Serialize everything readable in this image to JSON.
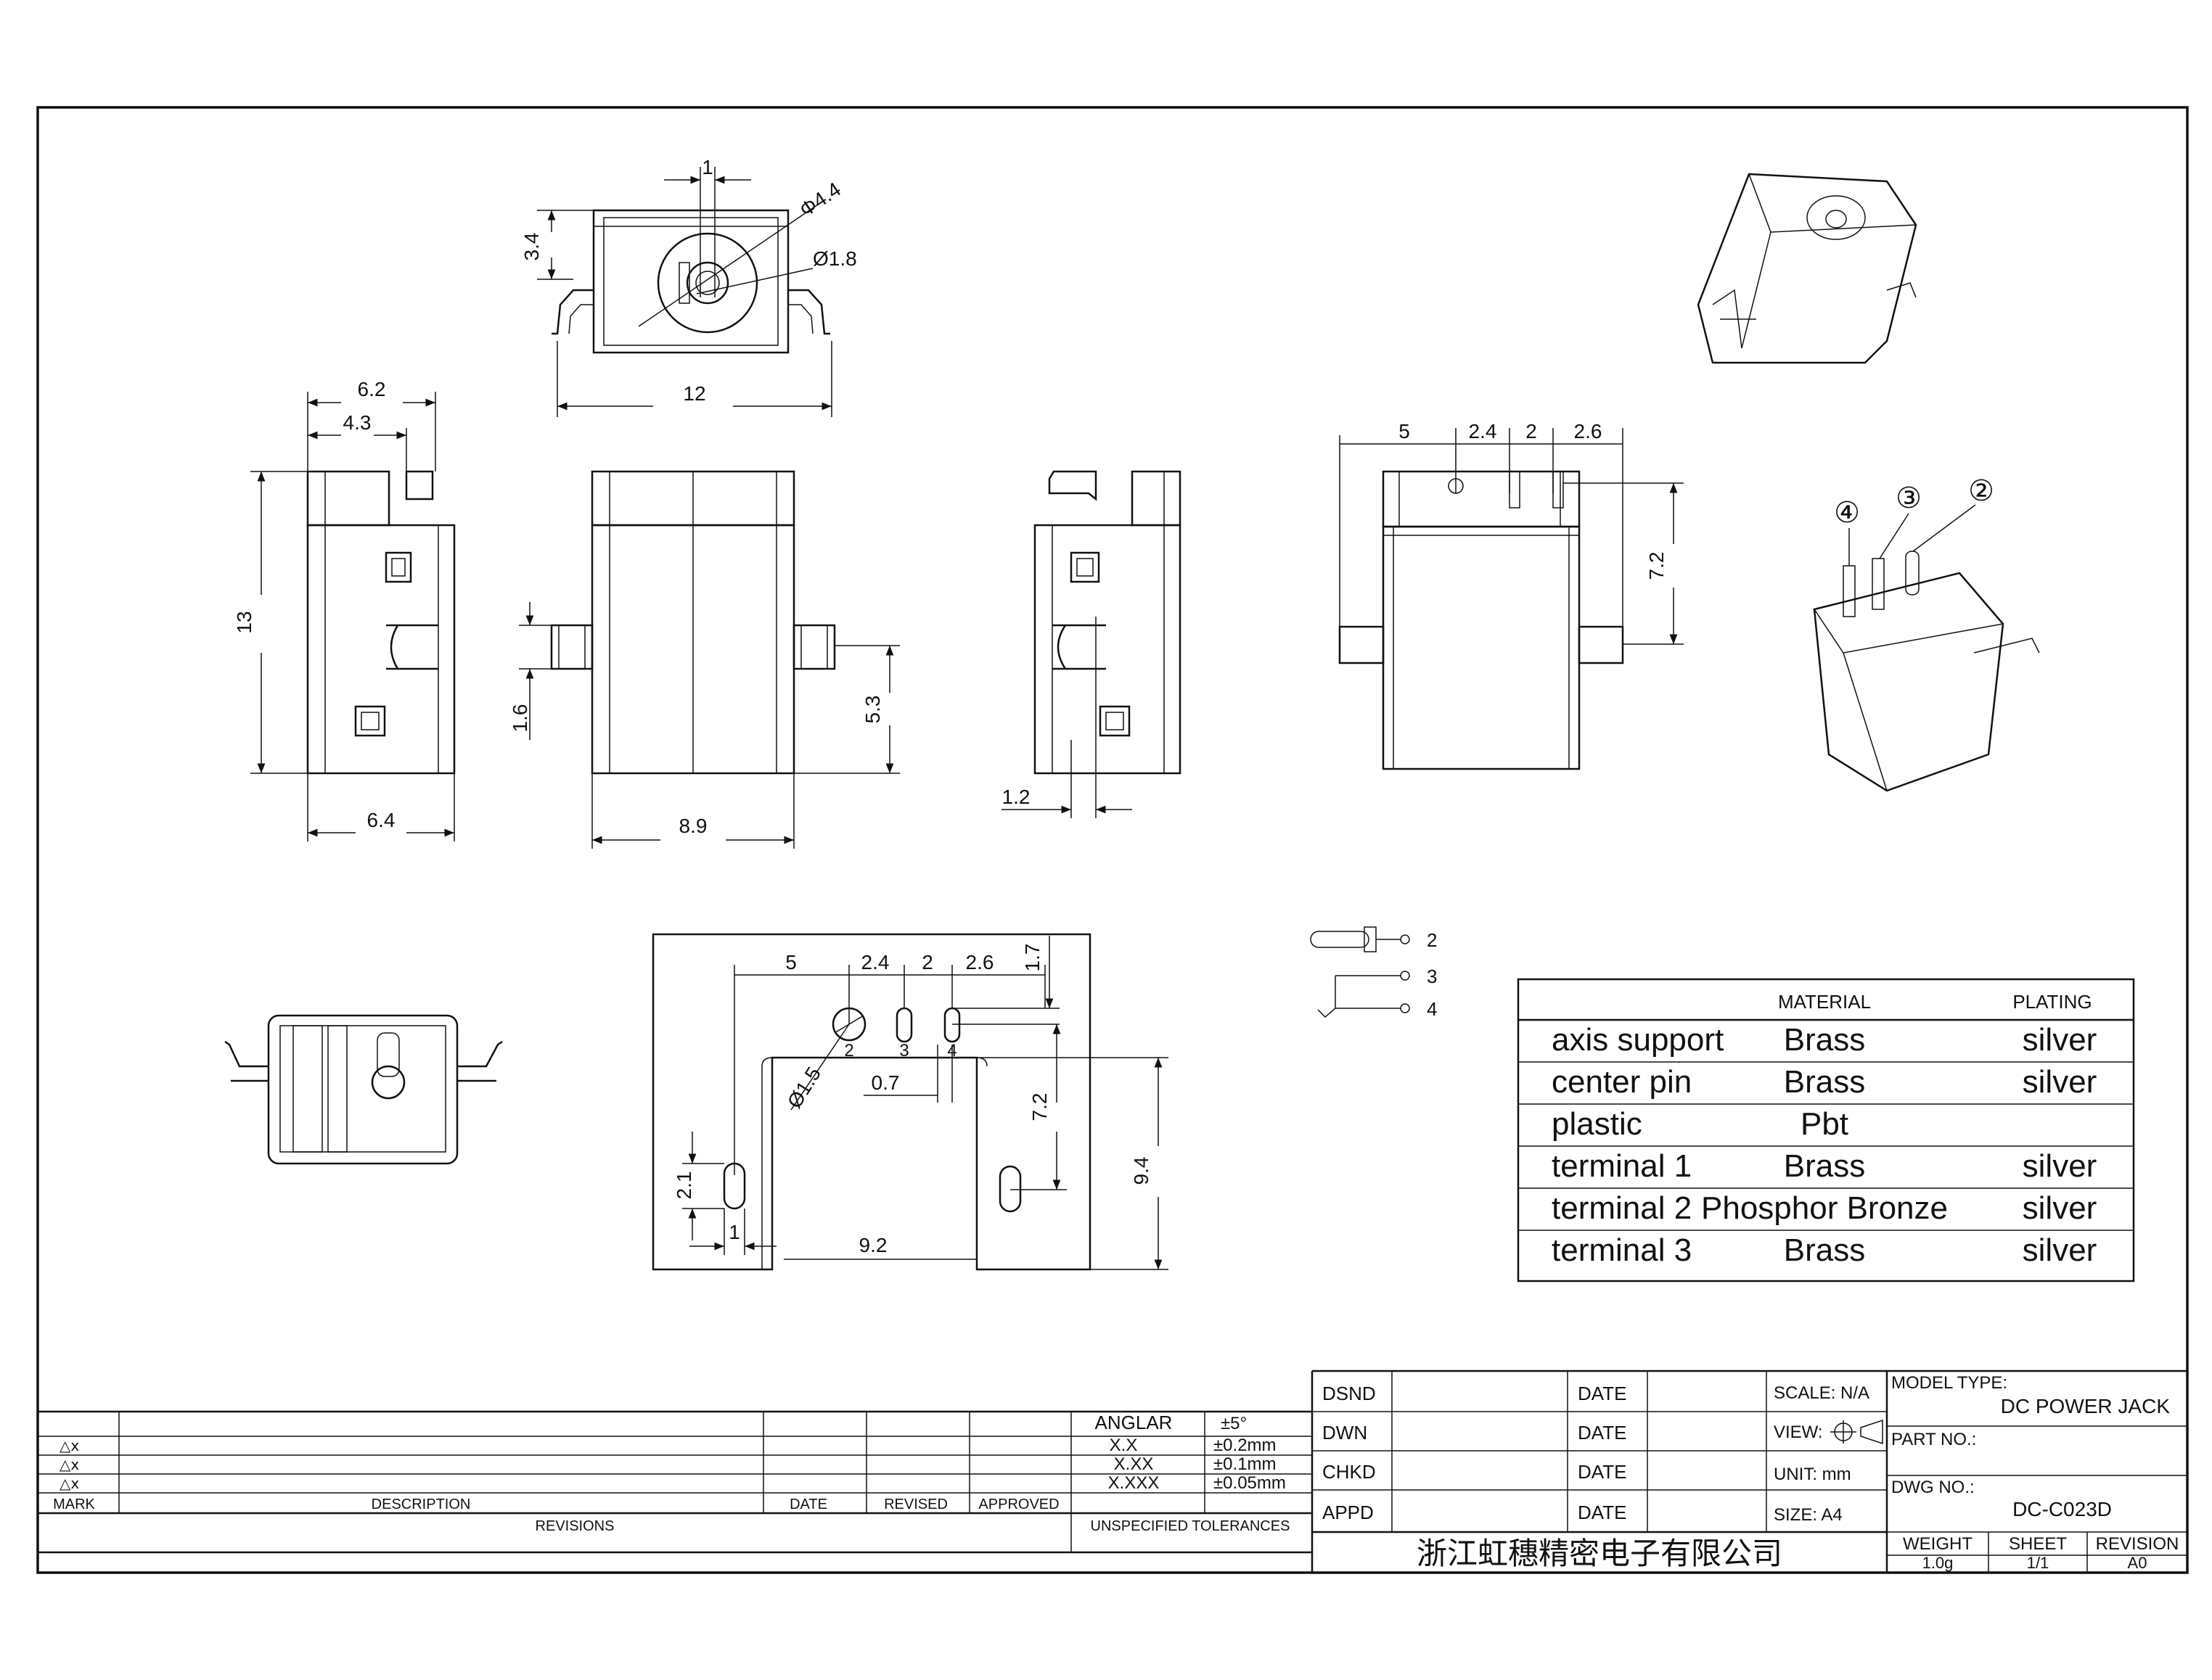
{
  "dims": {
    "front_top": {
      "w1": "1",
      "d44": "Φ4.4",
      "d18": "Ø1.8",
      "h34": "3.4",
      "w12": "12"
    },
    "side_left": {
      "w62": "6.2",
      "w43": "4.3",
      "h13": "13",
      "w64": "6.4"
    },
    "side_mid": {
      "h16": "1.6",
      "w89": "8.9",
      "h53": "5.3"
    },
    "side_right": {
      "w12": "1.2"
    },
    "top_view": {
      "w5": "5",
      "w24": "2.4",
      "w2": "2",
      "w26": "2.6",
      "h72": "7.2"
    },
    "footprint": {
      "w5": "5",
      "w24": "2.4",
      "w2": "2",
      "w26": "2.6",
      "h17": "1.7",
      "d15": "Ø1.5",
      "w07": "0.7",
      "h72": "7.2",
      "h94": "9.4",
      "h21": "2.1",
      "w1": "1",
      "w92": "9.2",
      "pin2": "2",
      "pin3": "3",
      "pin4": "4"
    },
    "iso_labels": [
      "④",
      "③",
      "②"
    ],
    "schematic": [
      "2",
      "3",
      "4"
    ]
  },
  "materials": {
    "headers": {
      "material": "MATERIAL",
      "plating": "PLATING"
    },
    "rows": [
      {
        "part": "axis support",
        "material": "Brass",
        "plating": "silver"
      },
      {
        "part": "center pin",
        "material": "Brass",
        "plating": "silver"
      },
      {
        "part": "plastic",
        "material": "Pbt",
        "plating": ""
      },
      {
        "part": "terminal 1",
        "material": "Brass",
        "plating": "silver"
      },
      {
        "part": "terminal 2",
        "material": "Phosphor Bronze",
        "plating": "silver"
      },
      {
        "part": "terminal 3",
        "material": "Brass",
        "plating": "silver"
      }
    ]
  },
  "title_block": {
    "revisions": {
      "angle_label": "ANGLAR",
      "angle_tol": "±5°",
      "tols": [
        {
          "fmt": "X.X",
          "tol": "±0.2mm"
        },
        {
          "fmt": "X.XX",
          "tol": "±0.1mm"
        },
        {
          "fmt": "X.XXX",
          "tol": "±0.05mm"
        }
      ],
      "marks": [
        "△x",
        "△x",
        "△x"
      ],
      "headers": {
        "mark": "MARK",
        "description": "DESCRIPTION",
        "date": "DATE",
        "revised": "REVISED",
        "approved": "APPROVED"
      },
      "footer": "REVISIONS",
      "unspecified": "UNSPECIFIED TOLERANCES"
    },
    "signoff": [
      {
        "role": "DSND",
        "date": "DATE"
      },
      {
        "role": "DWN",
        "date": "DATE"
      },
      {
        "role": "CHKD",
        "date": "DATE"
      },
      {
        "role": "APPD",
        "date": "DATE"
      }
    ],
    "scale": "SCALE: N/A",
    "view": "VIEW:",
    "unit": "UNIT: mm",
    "size": "SIZE: A4",
    "model_label": "MODEL TYPE:",
    "model_value": "DC POWER JACK",
    "part_label": "PART NO.:",
    "dwg_label": "DWG NO.:",
    "dwg_value": "DC-C023D",
    "weight_label": "WEIGHT",
    "weight_value": "1.0g",
    "sheet_label": "SHEET",
    "sheet_value": "1/1",
    "revision_label": "REVISION",
    "revision_value": "A0",
    "company": "浙江虹穗精密电子有限公司"
  }
}
